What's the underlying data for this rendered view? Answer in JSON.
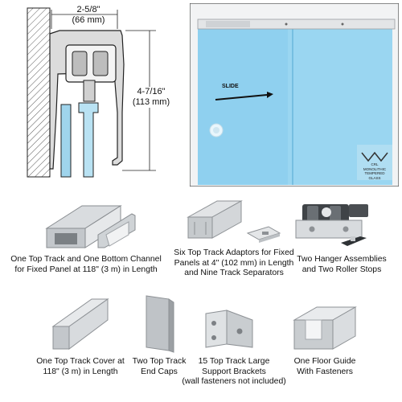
{
  "drawing": {
    "width_dimension": {
      "imperial": "2-5/8\"",
      "metric": "(66 mm)"
    },
    "height_dimension": {
      "imperial": "4-7/16\"",
      "metric": "(113 mm)"
    }
  },
  "photo": {
    "slide_label": "SLIDE",
    "logo_text": [
      "CRL",
      "MONOLITHIC",
      "TEMPERED",
      "GLASS"
    ]
  },
  "parts": [
    {
      "lines": [
        "One Top Track and One Bottom Channel",
        "for Fixed Panel at 118\" (3 m) in Length"
      ]
    },
    {
      "lines": [
        "Six Top Track Adaptors for Fixed",
        "Panels at 4\" (102 mm) in Length",
        "and Nine Track Separators"
      ]
    },
    {
      "lines": [
        "Two Hanger Assemblies",
        "and Two Roller Stops"
      ]
    },
    {
      "lines": [
        "One Top Track Cover at",
        "118\" (3 m) in Length"
      ]
    },
    {
      "lines": [
        "Two Top Track",
        "End Caps"
      ]
    },
    {
      "lines": [
        "15 Top Track Large",
        "Support Brackets",
        "(wall fasteners not included)"
      ]
    },
    {
      "lines": [
        "One Floor Guide",
        "With Fasteners"
      ]
    }
  ],
  "colors": {
    "aluminum": "#c9cccf",
    "aluminum_dark": "#8e9296",
    "glass": "#a9d8ee",
    "photo_glass": "#8fd0ef",
    "wall": "#ededed"
  }
}
